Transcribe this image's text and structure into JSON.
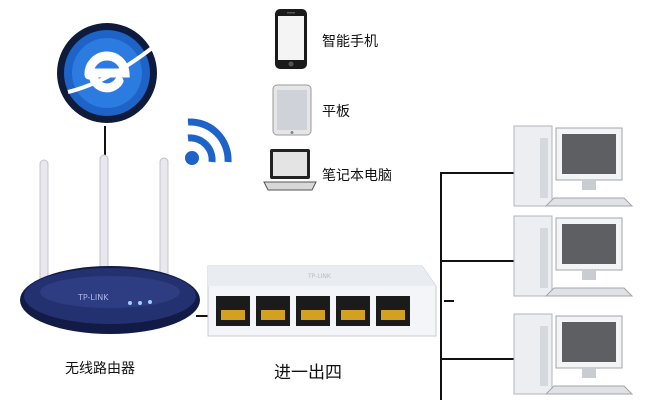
{
  "devices": {
    "smartphone": {
      "label": "智能手机",
      "icon": "smartphone-icon"
    },
    "tablet": {
      "label": "平板",
      "icon": "tablet-icon"
    },
    "laptop": {
      "label": "笔记本电脑",
      "icon": "laptop-icon"
    }
  },
  "router": {
    "label": "无线路由器",
    "brand_text": "TP-LINK",
    "icon": "wireless-router-icon"
  },
  "switch": {
    "label": "进一出四",
    "brand_text": "TP-LINK",
    "port_count": 5
  },
  "internet": {
    "icon": "internet-explorer-icon"
  },
  "wifi": {
    "icon": "wifi-signal-icon"
  },
  "desktops": [
    {
      "icon": "desktop-computer-icon"
    },
    {
      "icon": "desktop-computer-icon"
    },
    {
      "icon": "desktop-computer-icon"
    }
  ],
  "colors": {
    "accent_blue": "#1e63c8",
    "router_body": "#1f2a5c",
    "cable": "#111111"
  }
}
